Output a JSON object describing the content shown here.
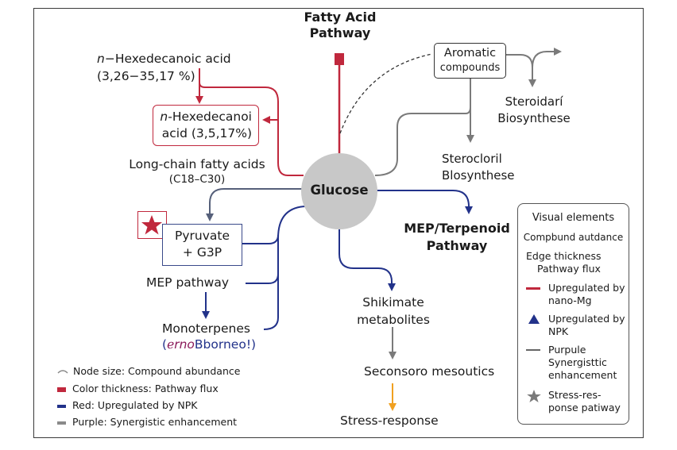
{
  "colors": {
    "red": "#c0283d",
    "blue": "#22328a",
    "gray": "#7a7a7a",
    "node_fill": "#c8c8c8",
    "orange": "#f0a020",
    "purple_text": "#8a1a5a"
  },
  "nodes": {
    "center": "Glucose",
    "fatty_acid_pathway": [
      "Fatty Acid",
      "Pathway"
    ],
    "hexadecanoic_top": {
      "prefix": "n",
      "name": "−Hexedecanoic acid",
      "range": "(3,26−35,17 %)"
    },
    "hexadecanoic_box": {
      "prefix": "n",
      "line1": "-Hexedecanoi",
      "line2": "acid (3,5,17%)"
    },
    "long_chain": [
      "Long-chain fatty acids",
      "(C18–C30)"
    ],
    "aromatic": [
      "Aromatic",
      "compounds"
    ],
    "steroidari": [
      "Steroidarí",
      "Biosynthese"
    ],
    "sterocloril": [
      "Sterocloril",
      "Blosynthese"
    ],
    "mep_terpenoid": [
      "MEP/Terpenoid",
      "Pathway"
    ],
    "pyruvate": [
      "Pyruvate",
      "+ G3P"
    ],
    "mep_pathway": "MEP pathway",
    "monoterpenes": "Monoterpenes",
    "borneol": {
      "open": "(",
      "part1": "ℯrno",
      "part2": "Bborneo!)"
    },
    "shikimate": [
      "Shikimate",
      "metabolites"
    ],
    "seconsoro": "Seconsoro mesoutics",
    "stress_response": "Stress-response"
  },
  "bottom_legend": [
    {
      "icon": "arc-icon",
      "text": "Node size: Compound abundance",
      "color": "#888888"
    },
    {
      "icon": "red-swatch",
      "text": "Color thickness: Pathway flux",
      "color": "#c0283d"
    },
    {
      "icon": "blue-swatch",
      "text": "Red: Upregulated by NPK",
      "color": "#22328a"
    },
    {
      "icon": "gray-swatch",
      "text": "Purple: Synergistic enhancement",
      "color": "#8a8a8a"
    }
  ],
  "side_legend": {
    "title": "Visual elements",
    "compound": "Compbund autdance",
    "edge": [
      "Edge thickness",
      "Pathway flux"
    ],
    "items": [
      {
        "icon": "red-line-icon",
        "lines": [
          "Upregulated by",
          "nano-Mg"
        ]
      },
      {
        "icon": "blue-triangle-icon",
        "lines": [
          "Upregulated by",
          "NPK"
        ]
      },
      {
        "icon": "gray-line-icon",
        "lines": [
          "Purpule",
          "Synergisttic",
          "enhancement"
        ]
      },
      {
        "icon": "star-icon",
        "lines": [
          "Stress-res-",
          "ponse patiway"
        ]
      }
    ]
  }
}
